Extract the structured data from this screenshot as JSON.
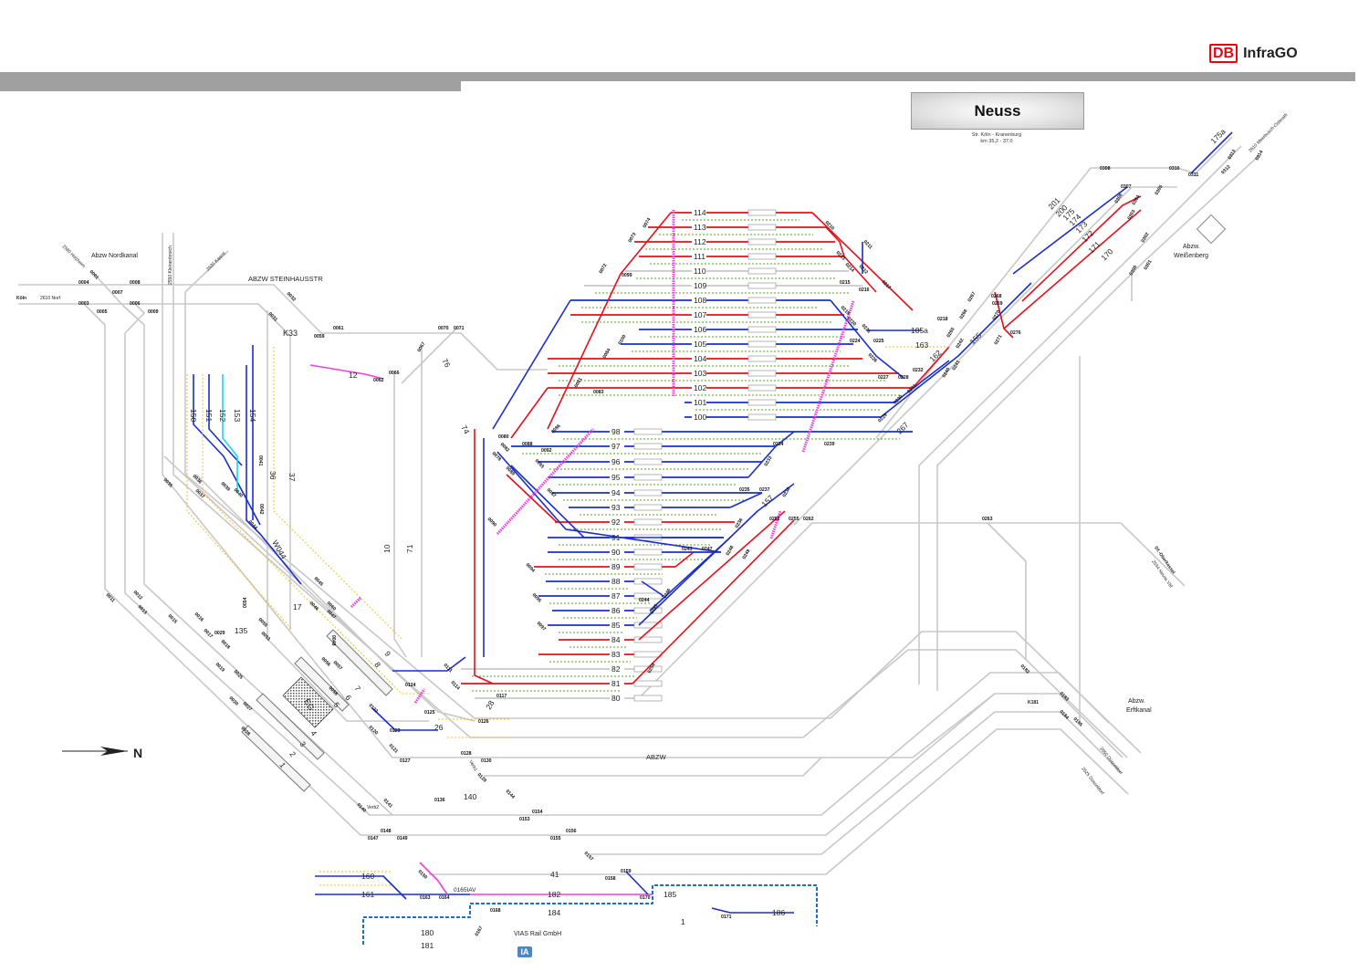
{
  "header": {
    "logo_db": "DB",
    "logo_text": "InfraGO"
  },
  "station": {
    "name": "Neuss",
    "route": "Str. Köln - Kranenburg",
    "km": "km 35,2 - 37,0"
  },
  "colors": {
    "red": "#e5101b",
    "blue": "#1a2fc9",
    "grey": "#c8c8c8",
    "green": "#5a9e2a",
    "yellow": "#f0c020",
    "magenta": "#ee3fe0",
    "cyan": "#18d8f0",
    "header_bar": "#a0a0a0",
    "brand": "#e30613"
  },
  "places": [
    "Abzw Nordkanal",
    "ABZW STEINHAUSSTR",
    "Köln",
    "2610 Norf",
    "2580 Holzheim",
    "2550 Kleinenbroich",
    "2530 Kaarst",
    "Abzw.",
    "Weißenberg",
    "2610 Meerbusch-Osterath",
    "Df.-Oberkassel",
    "2534 Neuss Vbf",
    "Abzw.",
    "Erftkanal",
    "2650 Düsseldorf",
    "2525 Düsseldorf",
    "ABZW",
    "VIAS Rail GmbH",
    "Verb1",
    "Verb2",
    "0165IAV",
    "K33",
    "K181",
    "EG",
    "N"
  ],
  "badge": "IA",
  "upper_yard": [
    {
      "track": "114",
      "color": "red"
    },
    {
      "track": "113",
      "color": "red"
    },
    {
      "track": "112",
      "color": "red"
    },
    {
      "track": "111",
      "color": "red"
    },
    {
      "track": "110",
      "color": "grey"
    },
    {
      "track": "109",
      "color": "grey"
    },
    {
      "track": "108",
      "color": "blue"
    },
    {
      "track": "107",
      "color": "red"
    },
    {
      "track": "106",
      "color": "blue"
    },
    {
      "track": "105",
      "color": "blue"
    },
    {
      "track": "104",
      "color": "red"
    },
    {
      "track": "103",
      "color": "red"
    },
    {
      "track": "102",
      "color": "red"
    },
    {
      "track": "101",
      "color": "blue"
    },
    {
      "track": "100",
      "color": "blue"
    }
  ],
  "lower_yard": [
    {
      "track": "98",
      "color": "blue"
    },
    {
      "track": "97",
      "color": "blue"
    },
    {
      "track": "96",
      "color": "blue"
    },
    {
      "track": "95",
      "color": "blue"
    },
    {
      "track": "94",
      "color": "blue"
    },
    {
      "track": "93",
      "color": "blue"
    },
    {
      "track": "92",
      "color": "red"
    },
    {
      "track": "91",
      "color": "blue"
    },
    {
      "track": "90",
      "color": "blue"
    },
    {
      "track": "89",
      "color": "red"
    },
    {
      "track": "88",
      "color": "blue"
    },
    {
      "track": "87",
      "color": "blue"
    },
    {
      "track": "86",
      "color": "blue"
    },
    {
      "track": "85",
      "color": "blue"
    },
    {
      "track": "84",
      "color": "red"
    },
    {
      "track": "83",
      "color": "red"
    },
    {
      "track": "82",
      "color": "grey"
    },
    {
      "track": "81",
      "color": "red"
    },
    {
      "track": "80",
      "color": "grey"
    }
  ],
  "track_labels": [
    "36",
    "37",
    "10",
    "71",
    "76",
    "74",
    "W044",
    "17",
    "135",
    "12",
    "28",
    "26",
    "1",
    "2",
    "3",
    "4",
    "5",
    "6",
    "7",
    "8",
    "9",
    "140",
    "41",
    "160",
    "161",
    "182",
    "185",
    "184",
    "186",
    "180",
    "181",
    "1",
    "150",
    "151",
    "152",
    "153",
    "154",
    "155",
    "162",
    "163",
    "105a",
    "267",
    "170",
    "171",
    "172",
    "173",
    "174",
    "175",
    "200",
    "201",
    "175a",
    "157"
  ],
  "switches": [
    "0004",
    "0001",
    "0008",
    "0007",
    "0003",
    "0005",
    "0006",
    "0009",
    "0032",
    "0031",
    "0059",
    "0061",
    "0062",
    "0066",
    "0070",
    "0071",
    "0067",
    "0099",
    "0072",
    "0073",
    "0074",
    "0210",
    "0213",
    "0211",
    "0212",
    "0214",
    "0215",
    "0216",
    "0217",
    "0218",
    "0219",
    "0220",
    "0221",
    "0224",
    "0225",
    "0226",
    "0227",
    "0228",
    "0232",
    "0231",
    "0230",
    "0229",
    "0240",
    "0241",
    "0233",
    "0234",
    "0239",
    "0235",
    "0237",
    "0236",
    "0238",
    "0252",
    "0255",
    "0262",
    "0263",
    "0243",
    "0247",
    "0248",
    "0249",
    "0244",
    "0245",
    "0246",
    "0254",
    "0080",
    "0088",
    "0092",
    "0086",
    "0081",
    "0083",
    "0084",
    "0100",
    "0082",
    "0078",
    "0089",
    "0093",
    "0087",
    "0090",
    "0094",
    "0095",
    "0097",
    "0111",
    "0114",
    "0124",
    "0125",
    "0126",
    "0117",
    "0122",
    "0123",
    "0120",
    "0121",
    "0127",
    "0128",
    "0130",
    "0129",
    "0136",
    "0144",
    "0154",
    "0153",
    "0156",
    "0155",
    "0157",
    "0158",
    "0159",
    "0148",
    "0147",
    "0149",
    "0141",
    "0140",
    "0150",
    "0163",
    "0164",
    "0168",
    "0167",
    "0170",
    "0171",
    "0308",
    "0310",
    "0311",
    "0312",
    "0313",
    "0314",
    "0307",
    "0305",
    "0306",
    "0304",
    "0303",
    "0302",
    "0301",
    "0300",
    "0182",
    "0183",
    "0184",
    "0185",
    "0011",
    "0012",
    "0013",
    "0015",
    "0016",
    "0017",
    "0018",
    "0019",
    "0020",
    "0025",
    "0027",
    "0028",
    "0029",
    "0035",
    "0036",
    "0037",
    "0039",
    "0040",
    "0041",
    "0042",
    "0044",
    "0045",
    "0046",
    "0047",
    "0048",
    "0053",
    "0054",
    "0055",
    "0056",
    "0057",
    "0058",
    "0060",
    "0269",
    "0268",
    "0267",
    "0266",
    "0265",
    "0242",
    "0270",
    "0271",
    "0276"
  ]
}
